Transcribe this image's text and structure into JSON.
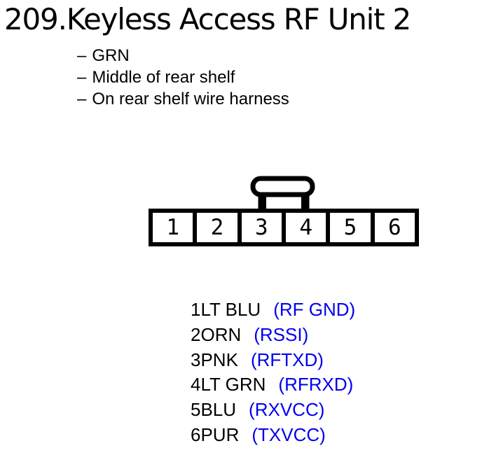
{
  "colors": {
    "ink": "#000000",
    "signal_blue": "#0000ee",
    "background": "#ffffff"
  },
  "header": {
    "title": "209.Keyless Access RF Unit 2"
  },
  "notes": {
    "marker": "–",
    "items": [
      "GRN",
      "Middle of rear shelf",
      "On rear shelf wire harness"
    ]
  },
  "connector": {
    "pins": [
      "1",
      "2",
      "3",
      "4",
      "5",
      "6"
    ]
  },
  "pinout": {
    "rows": [
      {
        "pin": "1",
        "wire_color": "LT BLU",
        "signal": "(RF GND)"
      },
      {
        "pin": "2",
        "wire_color": "ORN",
        "signal": "(RSSI)"
      },
      {
        "pin": "3",
        "wire_color": "PNK",
        "signal": "(RFTXD)"
      },
      {
        "pin": "4",
        "wire_color": "LT GRN",
        "signal": "(RFRXD)"
      },
      {
        "pin": "5",
        "wire_color": "BLU",
        "signal": "(RXVCC)"
      },
      {
        "pin": "6",
        "wire_color": "PUR",
        "signal": "(TXVCC)"
      }
    ]
  }
}
